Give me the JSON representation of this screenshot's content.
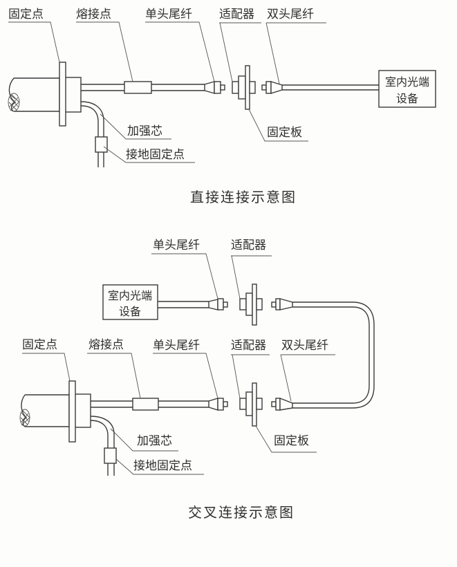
{
  "diagrams": [
    {
      "id": "direct",
      "caption": "直接连接示意图",
      "labels": {
        "fixed_point": "固定点",
        "splice_point": "熔接点",
        "single_pigtail": "单头尾纤",
        "adapter": "适配器",
        "double_pigtail": "双头尾纤",
        "strength_member": "加强芯",
        "ground_fixed_point": "接地固定点",
        "fixed_plate": "固定板"
      },
      "device": {
        "line1": "室内光端",
        "line2": "设备"
      }
    },
    {
      "id": "cross",
      "caption": "交叉连接示意图",
      "labels": {
        "single_pigtail_top": "单头尾纤",
        "adapter_top": "适配器",
        "fixed_point": "固定点",
        "splice_point": "熔接点",
        "single_pigtail": "单头尾纤",
        "adapter": "适配器",
        "double_pigtail": "双头尾纤",
        "strength_member": "加强芯",
        "ground_fixed_point": "接地固定点",
        "fixed_plate": "固定板"
      },
      "device": {
        "line1": "室内光端",
        "line2": "设备"
      }
    }
  ]
}
